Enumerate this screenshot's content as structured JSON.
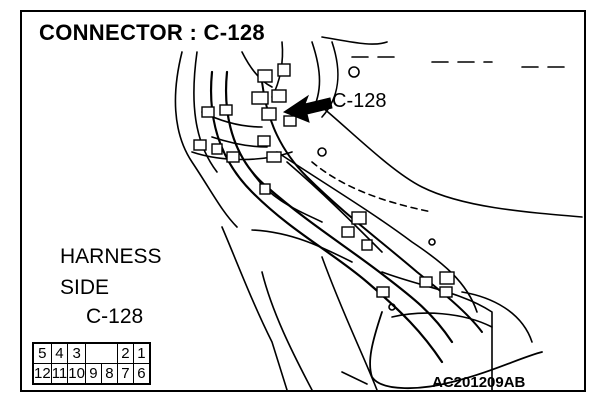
{
  "title": "CONNECTOR : C-128",
  "callout_label": "C-128",
  "harness_label": {
    "line1": "HARNESS",
    "line2": "SIDE",
    "line3": "C-128"
  },
  "pinout": {
    "top_row": [
      "5",
      "4",
      "3",
      "",
      "",
      "2",
      "1"
    ],
    "bottom_row": [
      "12",
      "11",
      "10",
      "9",
      "8",
      "7",
      "6"
    ]
  },
  "reference_code": "AC201209AB"
}
